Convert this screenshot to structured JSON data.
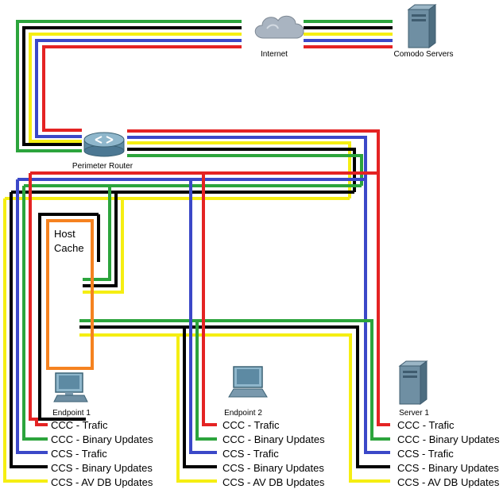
{
  "colors": {
    "red": "#e42323",
    "green": "#2ca43c",
    "blue": "#3b48c8",
    "black": "#000000",
    "yellow": "#f5ee12",
    "orange": "#f58220"
  },
  "nodes": {
    "internet": {
      "label": "Internet",
      "icon": "cloud-icon"
    },
    "comodo_servers": {
      "label": "Comodo Servers",
      "icon": "server-tower-icon"
    },
    "perimeter_router": {
      "label": "Perimeter Router",
      "icon": "router-icon"
    },
    "host_cache": {
      "label_line1": "Host",
      "label_line2": "Cache"
    },
    "endpoint1": {
      "label": "Endpoint 1",
      "icon": "desktop-pc-icon"
    },
    "endpoint2": {
      "label": "Endpoint 2",
      "icon": "laptop-icon"
    },
    "server1": {
      "label": "Server 1",
      "icon": "server-tower-icon"
    }
  },
  "legend": [
    {
      "color": "red",
      "label": "CCC - Trafic"
    },
    {
      "color": "green",
      "label": "CCC - Binary Updates"
    },
    {
      "color": "blue",
      "label": "CCS - Trafic"
    },
    {
      "color": "black",
      "label": "CCS - Binary Updates"
    },
    {
      "color": "yellow",
      "label": "CCS - AV DB Updates"
    }
  ]
}
